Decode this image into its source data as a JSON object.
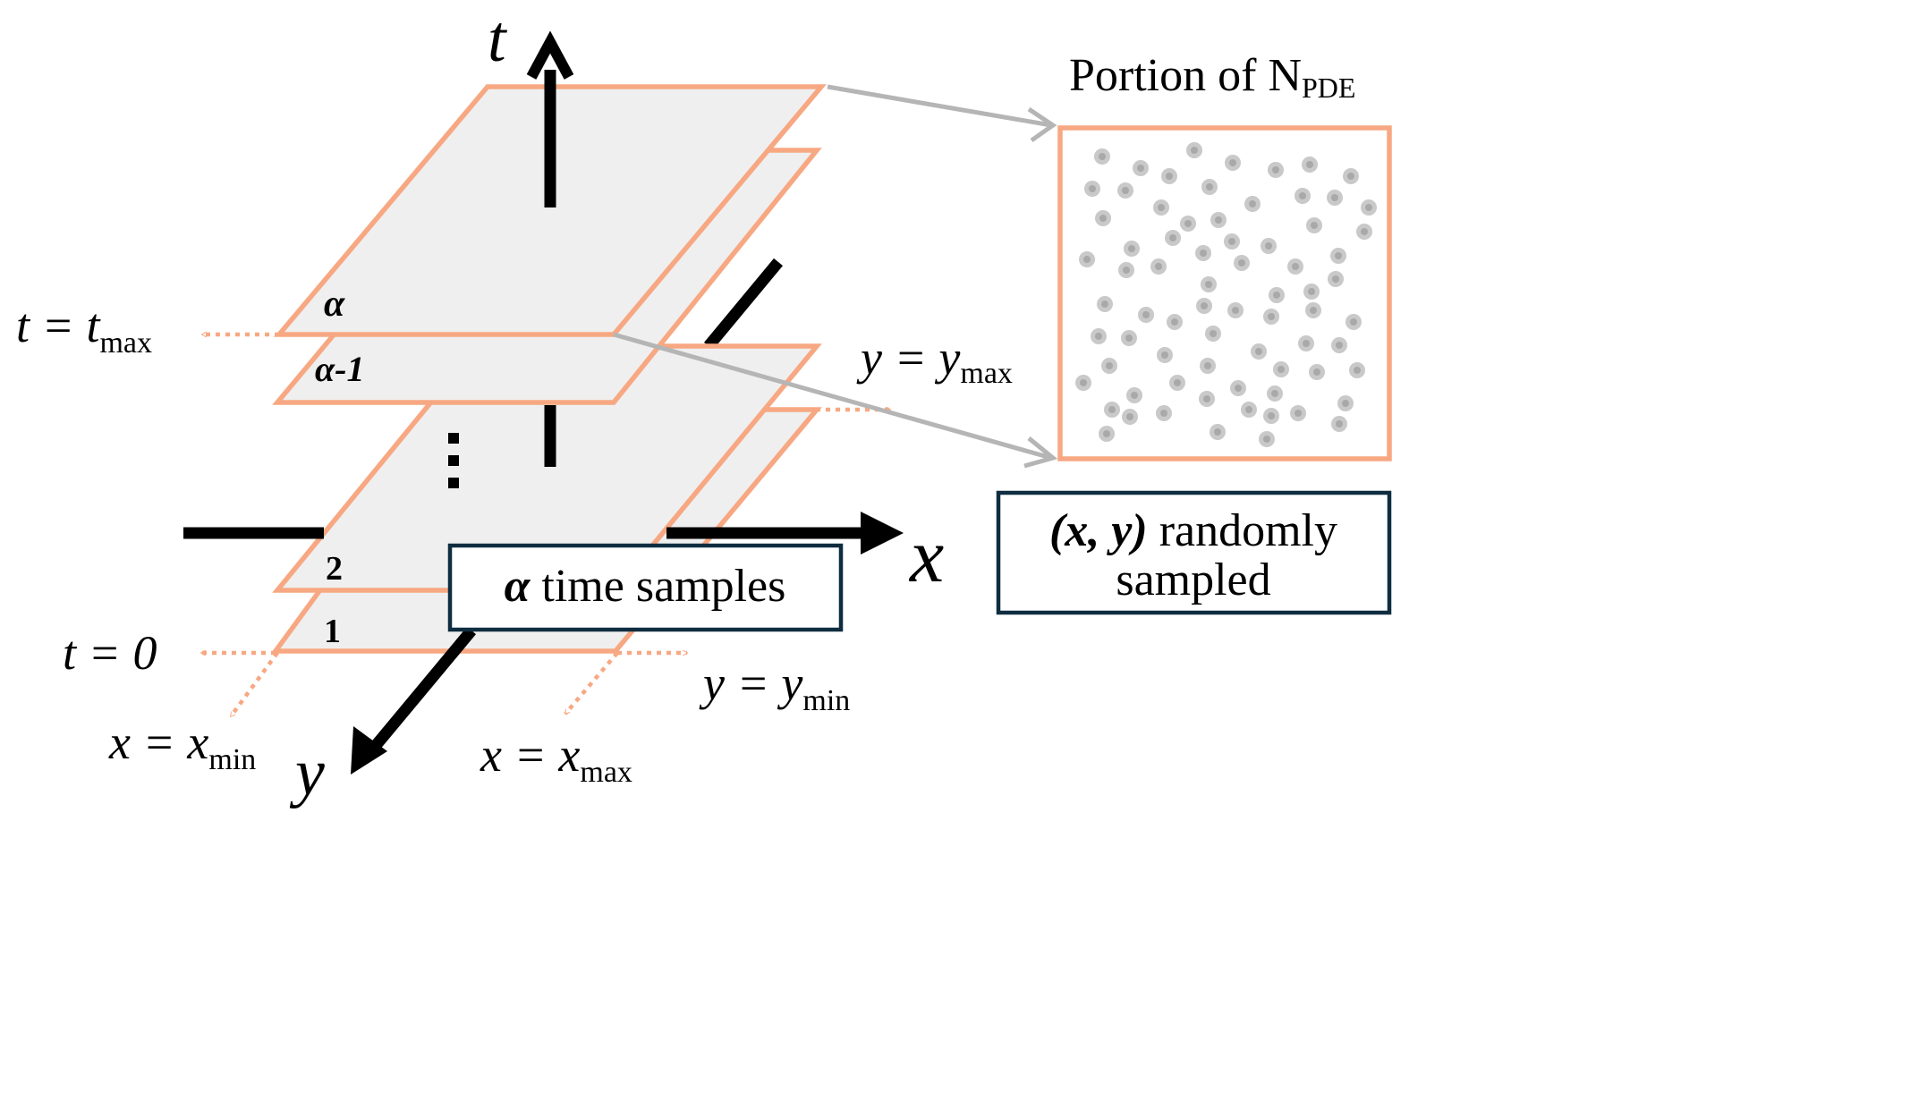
{
  "axes": {
    "t": "t",
    "x": "x",
    "y": "y"
  },
  "planes": {
    "top": "α",
    "second": "α-1",
    "ellipsis": "⋮",
    "p2": "2",
    "p1": "1"
  },
  "bounds": {
    "t_max_lhs": "t = t",
    "t_max_sub": "max",
    "t_zero": "t = 0",
    "y_max_lhs": "y = y",
    "y_max_sub": "max",
    "y_min_lhs": "y = y",
    "y_min_sub": "min",
    "x_min_lhs": "x = x",
    "x_min_sub": "min",
    "x_max_lhs": "x = x",
    "x_max_sub": "max"
  },
  "portion": {
    "title_main": "Portion of N",
    "title_sub": "PDE"
  },
  "time_box": {
    "alpha": "α",
    "text": " time samples"
  },
  "random_box": {
    "line1_vars": "(x, y)",
    "line1_rest": " randomly",
    "line2": "sampled"
  },
  "points": [
    [
      1232,
      175
    ],
    [
      1275,
      188
    ],
    [
      1307,
      197
    ],
    [
      1335,
      168
    ],
    [
      1378,
      182
    ],
    [
      1426,
      190
    ],
    [
      1464,
      184
    ],
    [
      1510,
      197
    ],
    [
      1221,
      211
    ],
    [
      1258,
      213
    ],
    [
      1298,
      232
    ],
    [
      1352,
      209
    ],
    [
      1400,
      228
    ],
    [
      1456,
      219
    ],
    [
      1492,
      221
    ],
    [
      1530,
      232
    ],
    [
      1233,
      244
    ],
    [
      1328,
      250
    ],
    [
      1362,
      246
    ],
    [
      1311,
      266
    ],
    [
      1469,
      252
    ],
    [
      1525,
      259
    ],
    [
      1265,
      278
    ],
    [
      1345,
      283
    ],
    [
      1377,
      270
    ],
    [
      1418,
      275
    ],
    [
      1496,
      286
    ],
    [
      1215,
      290
    ],
    [
      1259,
      302
    ],
    [
      1295,
      298
    ],
    [
      1388,
      294
    ],
    [
      1448,
      298
    ],
    [
      1351,
      318
    ],
    [
      1427,
      330
    ],
    [
      1466,
      326
    ],
    [
      1493,
      312
    ],
    [
      1235,
      340
    ],
    [
      1281,
      352
    ],
    [
      1313,
      360
    ],
    [
      1346,
      342
    ],
    [
      1381,
      347
    ],
    [
      1421,
      354
    ],
    [
      1468,
      347
    ],
    [
      1513,
      360
    ],
    [
      1228,
      376
    ],
    [
      1262,
      378
    ],
    [
      1356,
      373
    ],
    [
      1407,
      393
    ],
    [
      1460,
      384
    ],
    [
      1497,
      386
    ],
    [
      1302,
      397
    ],
    [
      1240,
      409
    ],
    [
      1350,
      409
    ],
    [
      1432,
      413
    ],
    [
      1472,
      416
    ],
    [
      1517,
      414
    ],
    [
      1211,
      428
    ],
    [
      1316,
      428
    ],
    [
      1384,
      434
    ],
    [
      1425,
      440
    ],
    [
      1268,
      442
    ],
    [
      1349,
      446
    ],
    [
      1504,
      451
    ],
    [
      1243,
      458
    ],
    [
      1396,
      458
    ],
    [
      1263,
      466
    ],
    [
      1301,
      462
    ],
    [
      1421,
      465
    ],
    [
      1451,
      462
    ],
    [
      1497,
      474
    ],
    [
      1237,
      485
    ],
    [
      1361,
      483
    ],
    [
      1416,
      491
    ]
  ]
}
